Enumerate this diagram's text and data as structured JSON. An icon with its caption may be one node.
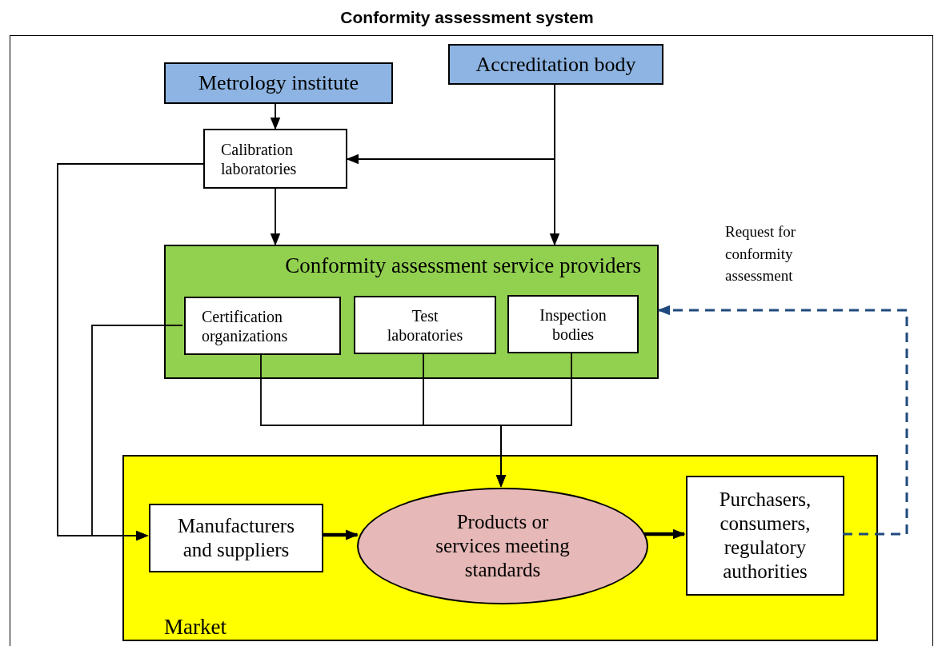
{
  "diagram": {
    "title": "Conformity assessment system",
    "nodes": [
      {
        "text": [
          "Metrology institute"
        ]
      },
      {
        "text": [
          "Accreditation body"
        ]
      },
      {
        "text": [
          "Calibration laboratories"
        ]
      },
      {
        "text": [
          "Conformity assessment service providers"
        ]
      },
      {
        "text": [
          "Certification organizations"
        ],
        "in": 3
      },
      {
        "text": [
          "Test laboratories"
        ],
        "in": 3
      },
      {
        "text": [
          "Inspection bodies"
        ],
        "in": 3
      },
      {
        "text": [
          "Market"
        ]
      },
      {
        "text": [
          "Manufacturers and suppliers"
        ],
        "in": 7
      },
      {
        "text": [
          "Products or services meeting standards"
        ],
        "in": 7
      },
      {
        "text": [
          "Purchasers, consumers, regulatory authorities"
        ],
        "in": 7
      }
    ],
    "edges": [
      {
        "from": 0,
        "to": 2,
        "arrow": "to"
      },
      {
        "from": 1,
        "to": 2,
        "arrow": "to"
      },
      {
        "from": 1,
        "to": 3,
        "arrow": "to"
      },
      {
        "from": 2,
        "to": 3,
        "arrow": "to"
      },
      {
        "from": 2,
        "to": 8,
        "arrow": "to"
      },
      {
        "from": 4,
        "to": 8,
        "arrow": "to"
      },
      {
        "from": 4,
        "to": 9,
        "arrow": "to"
      },
      {
        "from": 5,
        "to": 9,
        "arrow": "to"
      },
      {
        "from": 6,
        "to": 9,
        "arrow": "to"
      },
      {
        "from": 8,
        "to": 9,
        "arrow": "to",
        "style": "thick"
      },
      {
        "from": 9,
        "to": 10,
        "arrow": "to",
        "style": "thick"
      },
      {
        "from": 10,
        "to": 3,
        "arrow": "to",
        "style": "dashed",
        "color": "#1f497d",
        "label": "Request for conformity assessment"
      }
    ]
  }
}
